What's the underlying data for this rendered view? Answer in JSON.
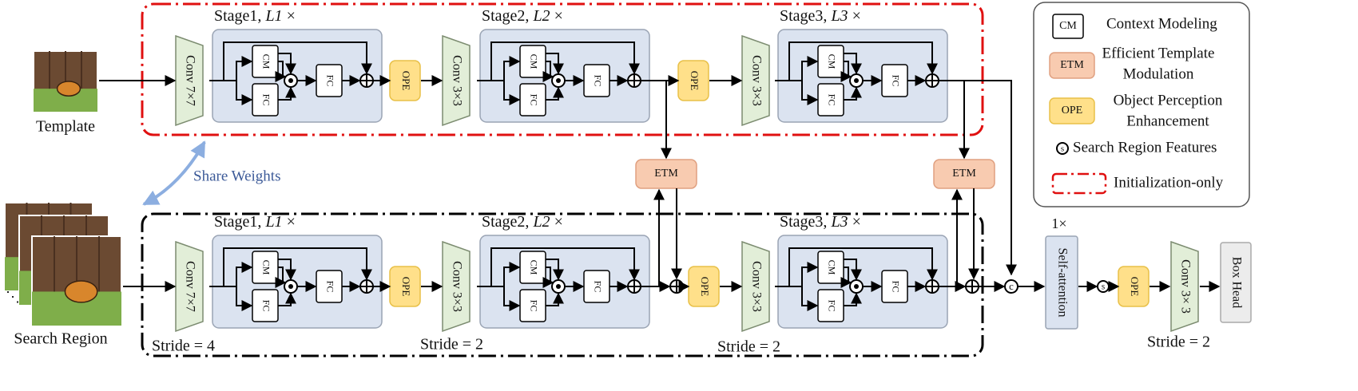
{
  "template_label": "Template",
  "search_label": "Search Region",
  "dots": "⋱",
  "share_weights": "Share Weights",
  "stage_titles": [
    "Stage1, ",
    "Stage2, ",
    "Stage3, "
  ],
  "stage_mult": [
    "L1 ×",
    "L2 ×",
    "L3 ×"
  ],
  "conv_labels": [
    "Conv 7×7",
    "Conv 3×3",
    "Conv 3×3"
  ],
  "cm": "CM",
  "fc": "FC",
  "ope": "OPE",
  "etm": "ETM",
  "concat": "c",
  "search_symbol": "s",
  "strides": [
    "Stride = 4",
    "Stride = 2",
    "Stride = 2",
    "Stride = 2"
  ],
  "one_x": "1×",
  "self_attention": "Self-attention",
  "final_conv": "Conv 3× 3",
  "box_head": "Box Head",
  "legend": {
    "cm_box": "CM",
    "cm_text": "Context Modeling",
    "etm_box": "ETM",
    "etm_text": [
      "Efficient Template",
      "Modulation"
    ],
    "ope_box": "OPE",
    "ope_text": [
      "Object Perception",
      "Enhancement"
    ],
    "s_symbol": "s",
    "s_text": "Search Region Features",
    "init_text": "Initialization-only"
  },
  "colors": {
    "conv_fill": "#e2eed8",
    "conv_stroke": "#7c8c70",
    "stage_fill": "#dbe3f0",
    "stage_stroke": "#9aa4b4",
    "ope_fill": "#ffe08a",
    "ope_stroke": "#e8c048",
    "etm_fill": "#f8cbb0",
    "etm_stroke": "#e0a080",
    "red_dash": "#e01010",
    "share_arrow": "#8caee0",
    "share_text": "#3c5a98",
    "self_att_fill": "#dbe3f0",
    "box_head_fill": "#ececec"
  }
}
